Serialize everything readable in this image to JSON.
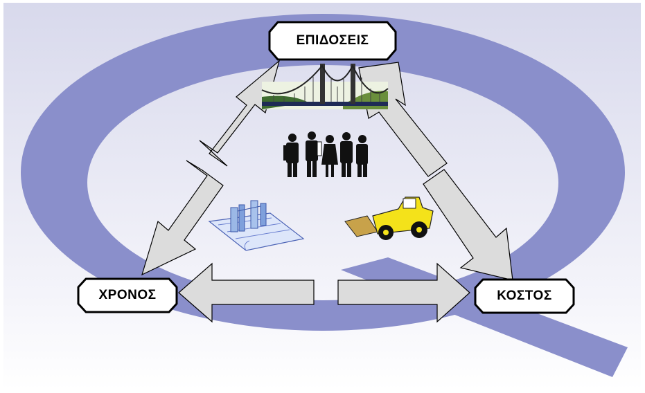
{
  "diagram": {
    "nodes": {
      "top": {
        "label": "ΕΠΙΔΟΣΕΙΣ",
        "icon": "bridge-icon"
      },
      "left": {
        "label": "ΧΡΟΝΟΣ",
        "icon": "blueprint-icon"
      },
      "right": {
        "label": "ΚΟΣΤΟΣ",
        "icon": "bulldozer-icon"
      }
    },
    "center_icon": "people-icon",
    "background_letter": "Q",
    "colors": {
      "ring": "#8A8FCB",
      "background_top": "#DCDDEE",
      "arrow_fill": "#DCDCDC",
      "arrow_stroke": "#000000",
      "label_fill": "#FFFFFF",
      "label_stroke": "#000000"
    }
  }
}
